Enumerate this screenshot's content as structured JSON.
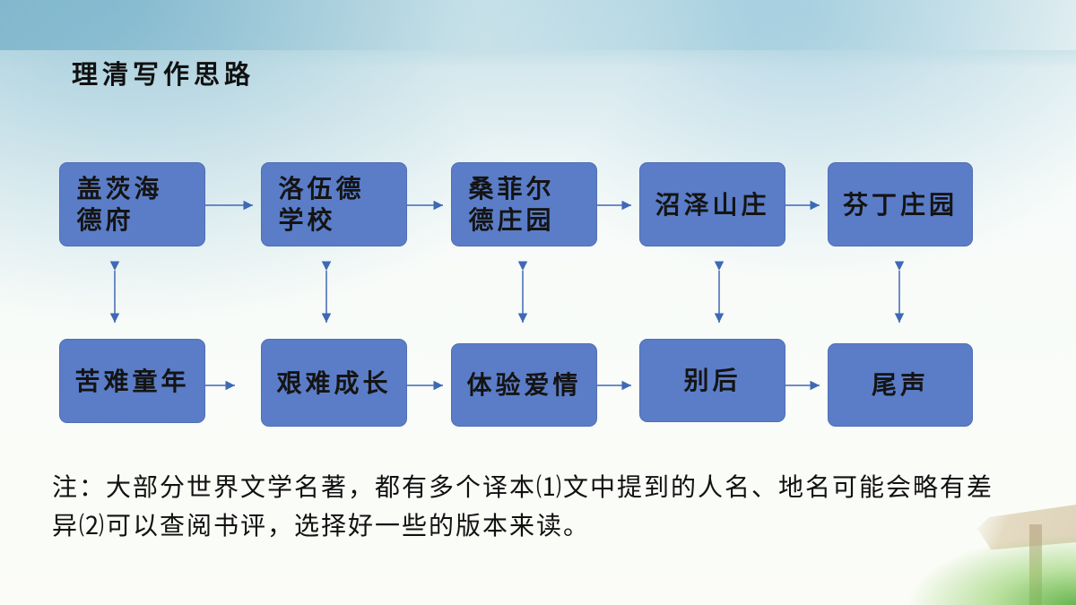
{
  "title": "理清写作思路",
  "top_row": [
    {
      "label": "盖茨海德府"
    },
    {
      "label": "洛伍德学校"
    },
    {
      "label": "桑菲尔德庄园"
    },
    {
      "label": "沼泽山庄"
    },
    {
      "label": "芬丁庄园"
    }
  ],
  "bottom_row": [
    {
      "label": "苦难童年"
    },
    {
      "label": "艰难成长"
    },
    {
      "label": "体验爱情"
    },
    {
      "label": "别后"
    },
    {
      "label": "尾声"
    }
  ],
  "note": "注：大部分世界文学名著，都有多个译本⑴文中提到的人名、地名可能会略有差异⑵可以查阅书评，选择好一些的版本来读。",
  "colors": {
    "box_fill": "#5b7dc8",
    "connector": "#3f68b5",
    "text": "#141414"
  }
}
